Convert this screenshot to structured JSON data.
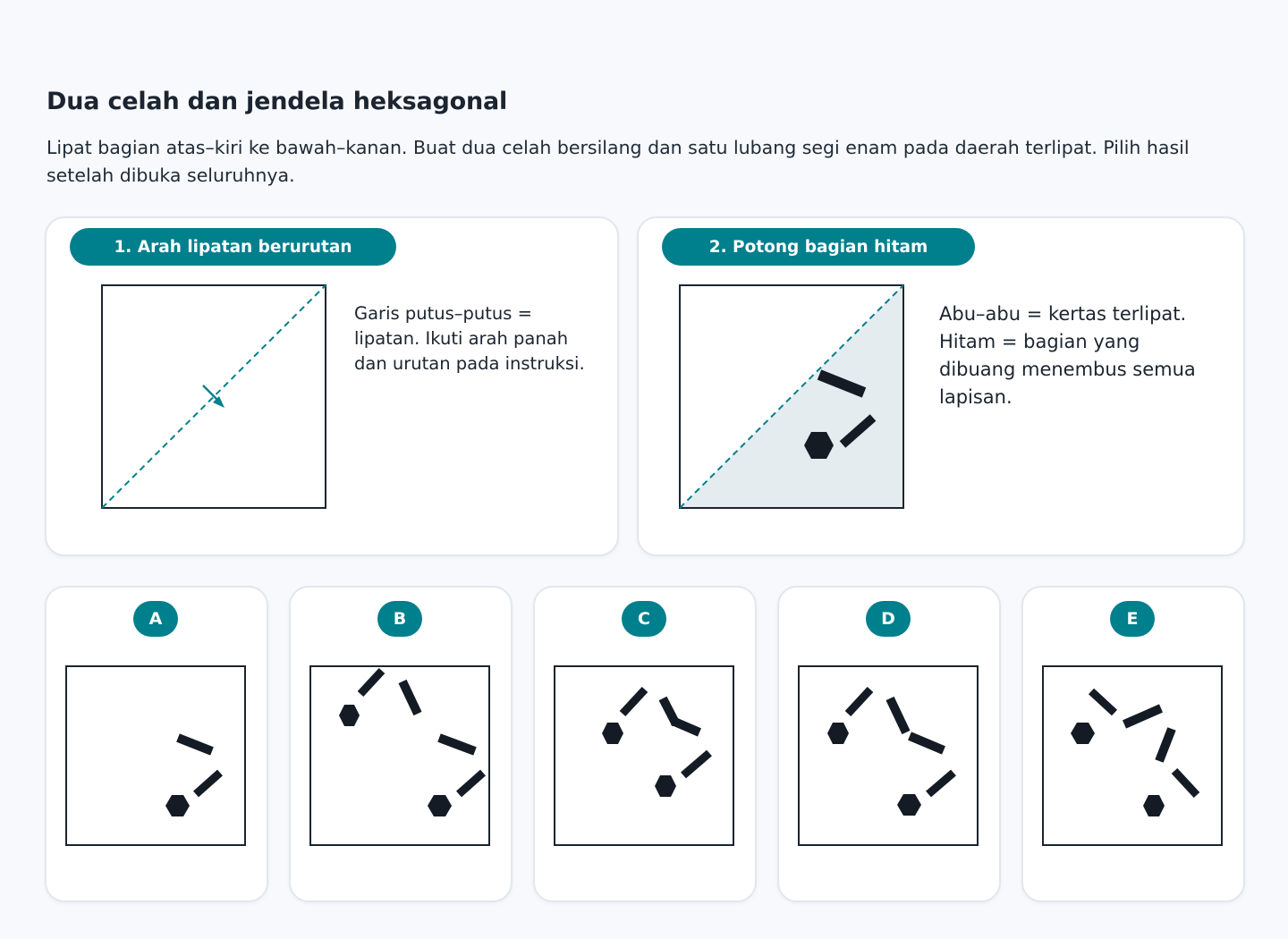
{
  "title": "Dua celah dan jendela heksagonal",
  "description": "Lipat bagian atas–kiri ke bawah–kanan. Buat dua celah bersilang dan satu lubang segi enam pada daerah terlipat. Pilih hasil setelah dibuka seluruhnya.",
  "step1": {
    "label": "1. Arah lipatan berurutan",
    "note": "Garis putus–putus = lipatan. Ikuti arah panah dan urutan pada instruksi."
  },
  "step2": {
    "label": "2. Potong bagian hitam",
    "note": "Abu–abu = kertas terlipat. Hitam = bagian yang dibuang menembus semua lapisan."
  },
  "options": [
    "A",
    "B",
    "C",
    "D",
    "E"
  ],
  "colors": {
    "accent": "#007f8c",
    "cut": "#141b24",
    "folded_area": "#e4ecef"
  }
}
